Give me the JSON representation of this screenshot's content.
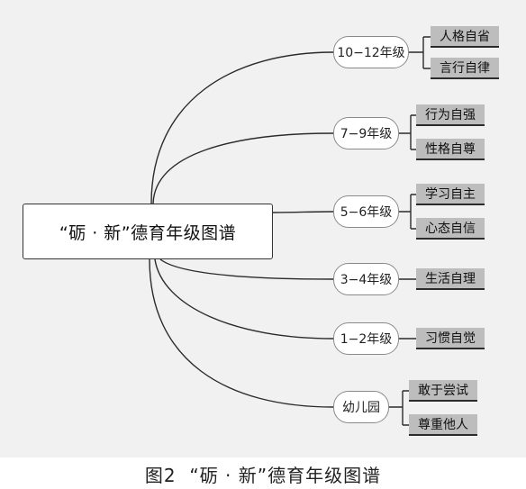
{
  "root": {
    "label": "“砺 · 新”德育年级图谱"
  },
  "grades": [
    {
      "label": "10−12年级",
      "children": [
        "人格自省",
        "言行自律"
      ]
    },
    {
      "label": "7−9年级",
      "children": [
        "行为自强",
        "性格自尊"
      ]
    },
    {
      "label": "5−6年级",
      "children": [
        "学习自主",
        "心态自信"
      ]
    },
    {
      "label": "3−4年级",
      "children": [
        "生活自理"
      ]
    },
    {
      "label": "1−2年级",
      "children": [
        "习惯自觉"
      ]
    },
    {
      "label": "幼儿园",
      "children": [
        "敢于尝试",
        "尊重他人"
      ]
    }
  ],
  "caption": "图2  “砺 · 新”德育年级图谱",
  "colors": {
    "background": "#f1f1f1",
    "node_border": "#8a8a8a",
    "leaf_fill": "#bdbdbd",
    "connector": "#2b2b2b"
  }
}
